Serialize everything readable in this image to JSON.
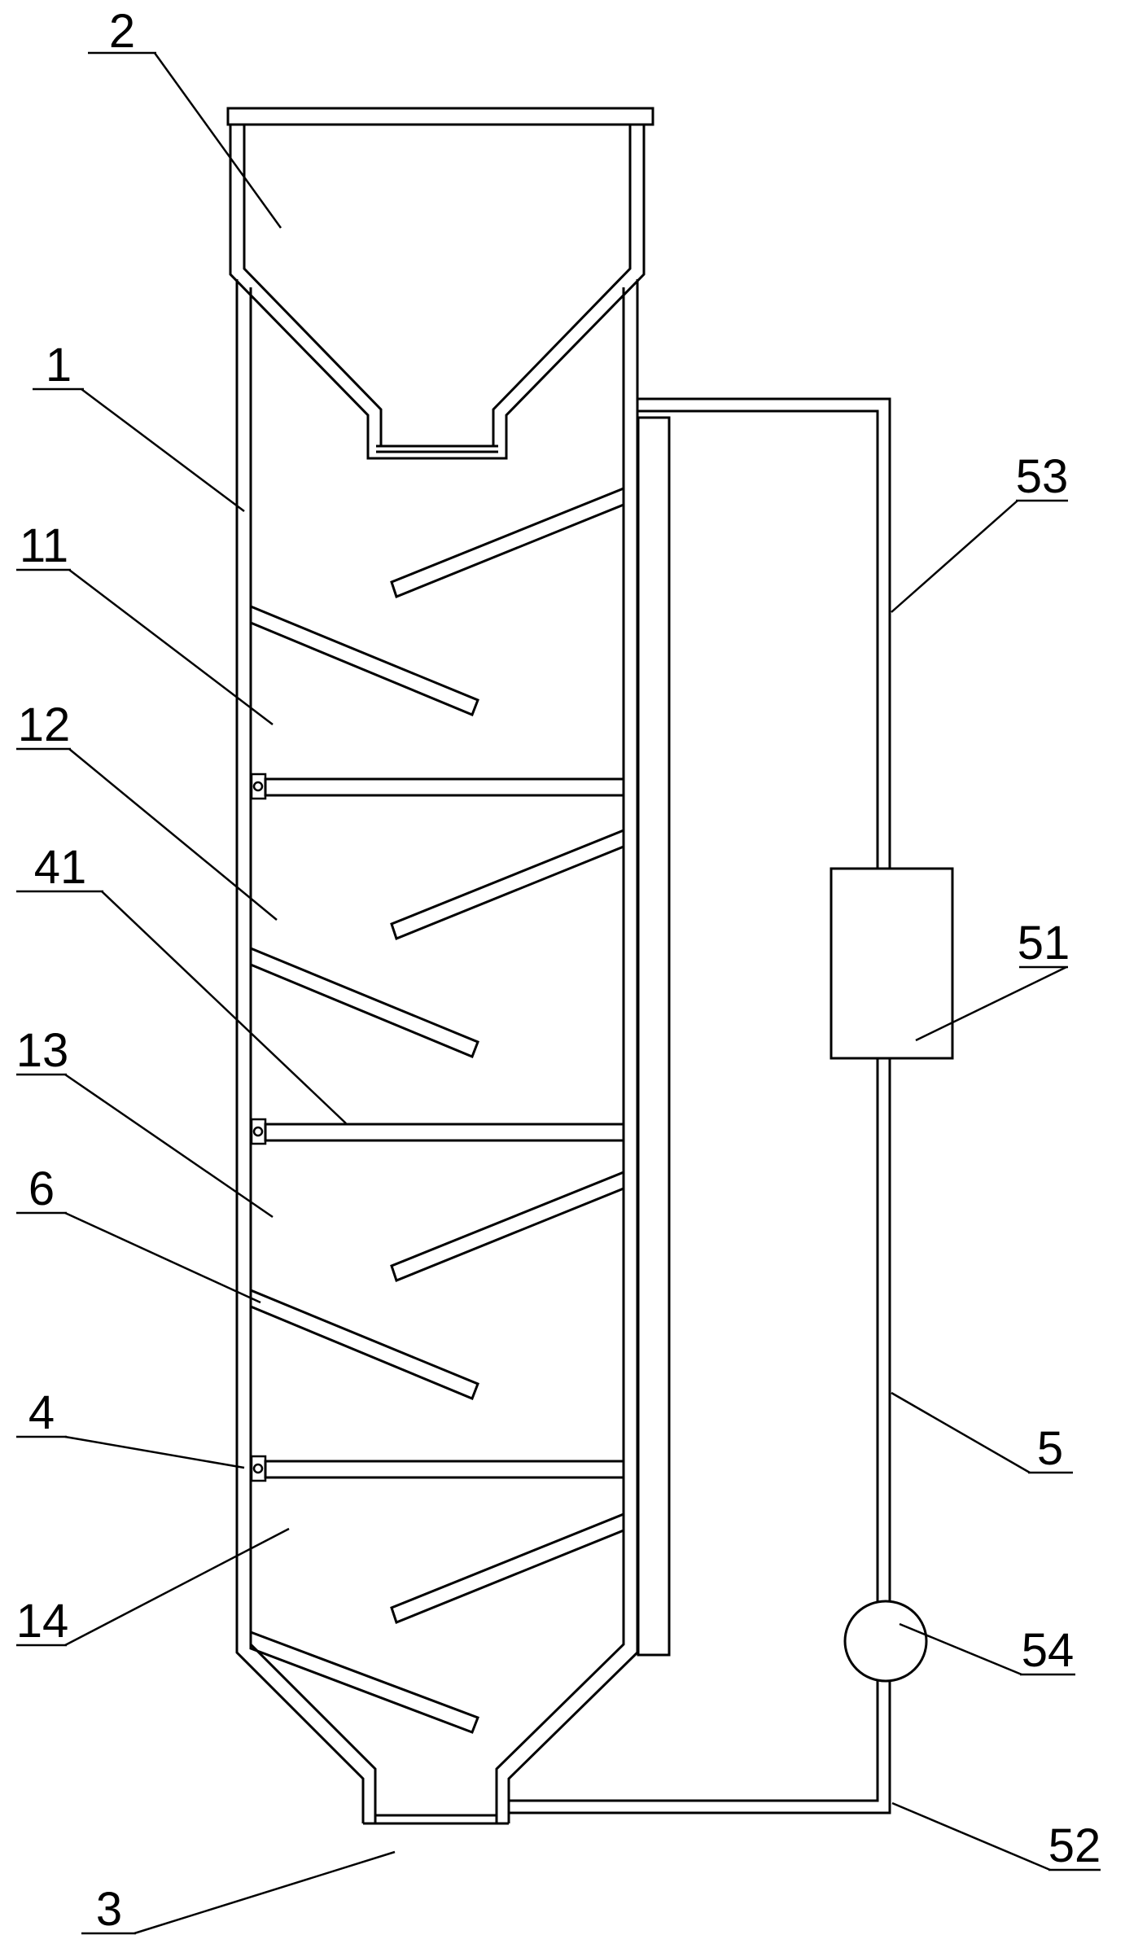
{
  "labels": {
    "l2": "2",
    "l1": "1",
    "l11": "11",
    "l12": "12",
    "l41": "41",
    "l13": "13",
    "l6": "6",
    "l4": "4",
    "l14": "14",
    "l3": "3",
    "l53": "53",
    "l51": "51",
    "l5": "5",
    "l54": "54",
    "l52": "52"
  }
}
